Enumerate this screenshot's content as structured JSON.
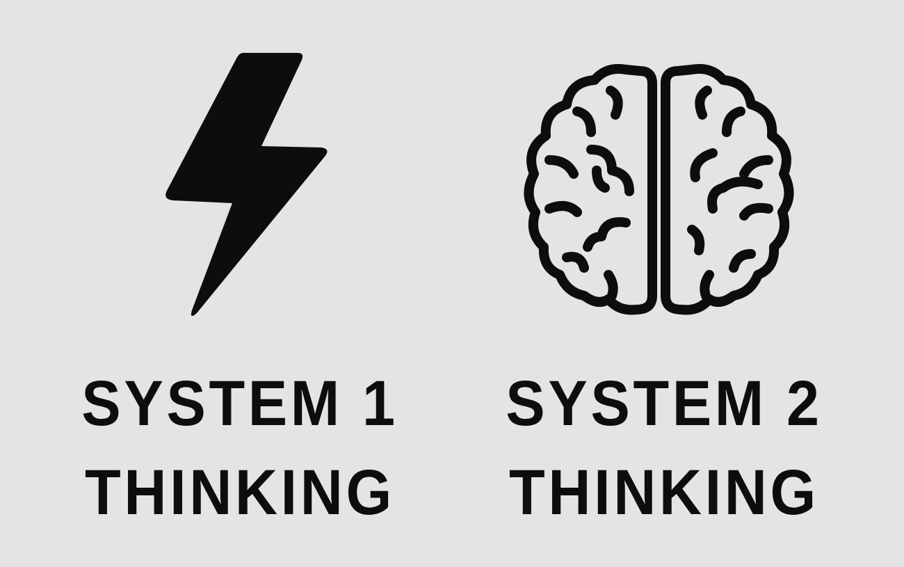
{
  "system1": {
    "icon": "lightning-bolt-icon",
    "line1": "SYSTEM 1",
    "line2": "THINKING"
  },
  "system2": {
    "icon": "brain-icon",
    "line1": "SYSTEM 2",
    "line2": "THINKING"
  },
  "colors": {
    "background": "#e4e4e6",
    "foreground": "#0d0d0d"
  }
}
